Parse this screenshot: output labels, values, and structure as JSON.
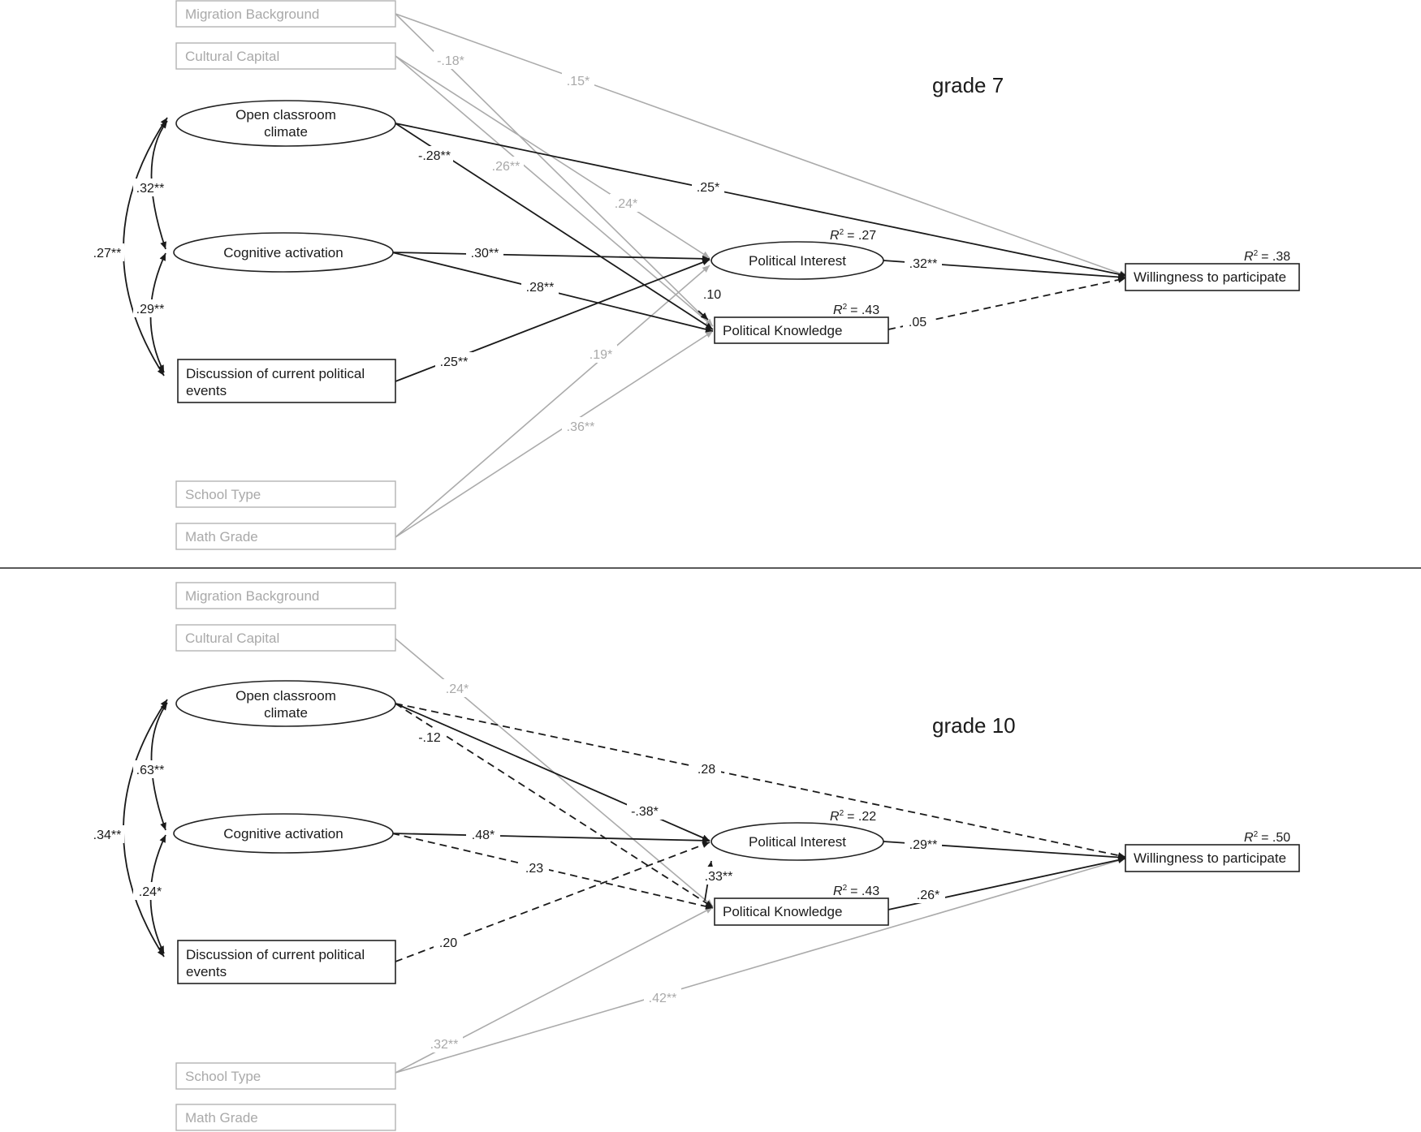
{
  "panels": [
    {
      "title": "grade 7",
      "boxes": {
        "migration": "Migration Background",
        "cultural": "Cultural Capital",
        "occ_line1": "Open classroom",
        "occ_line2": "climate",
        "cog": "Cognitive activation",
        "disc_line1": "Discussion of current political",
        "disc_line2": "events",
        "school": "School Type",
        "math": "Math Grade",
        "interest": "Political Interest",
        "knowledge": "Political Knowledge",
        "willing": "Willingness to participate"
      },
      "r2": {
        "interest": "= .27",
        "knowledge": "= .43",
        "willing": "= .38"
      },
      "coefficients": {
        "corr_occ_cog": ".32**",
        "corr_cog_disc": ".29**",
        "corr_occ_disc": ".27**",
        "mig_willing": ".15*",
        "mig_knowledge": "-.18*",
        "cult_knowledge": ".26**",
        "cult_interest": ".24*",
        "occ_knowledge": "-.28**",
        "occ_willing": ".25*",
        "cog_interest": ".30**",
        "cog_knowledge": ".28**",
        "disc_interest": ".25**",
        "knowledge_interest": ".10",
        "math_interest": ".19*",
        "math_knowledge": ".36**",
        "interest_willing": ".32**",
        "knowledge_willing": ".05"
      }
    },
    {
      "title": "grade 10",
      "boxes": {
        "migration": "Migration Background",
        "cultural": "Cultural Capital",
        "occ_line1": "Open classroom",
        "occ_line2": "climate",
        "cog": "Cognitive activation",
        "disc_line1": "Discussion of current political",
        "disc_line2": "events",
        "school": "School Type",
        "math": "Math Grade",
        "interest": "Political Interest",
        "knowledge": "Political Knowledge",
        "willing": "Willingness to participate"
      },
      "r2": {
        "interest": "= .22",
        "knowledge": "= .43",
        "willing": "= .50"
      },
      "coefficients": {
        "corr_occ_cog": ".63**",
        "corr_cog_disc": ".24*",
        "corr_occ_disc": ".34**",
        "cult_knowledge": ".24*",
        "occ_knowledge": "-.12",
        "occ_willing": ".28",
        "occ_interest": "-.38*",
        "cog_interest": ".48*",
        "cog_knowledge": ".23",
        "disc_interest": ".20",
        "knowledge_interest": ".33**",
        "school_knowledge": ".32**",
        "school_willing": ".42**",
        "interest_willing": ".29**",
        "knowledge_willing": ".26*"
      }
    }
  ],
  "r2_symbol": "R",
  "r2_superscript": "2",
  "colors": {
    "dark": "#1a1a1a",
    "grey": "#ababab"
  }
}
